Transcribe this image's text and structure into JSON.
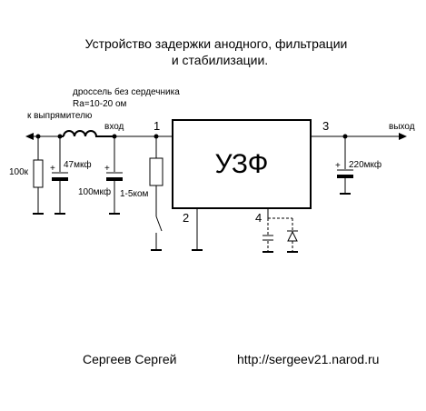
{
  "title_line1": "Устройство задержки анодного, фильтрации",
  "title_line2": "и стабилизации.",
  "labels": {
    "choke": "дроссель без сердечника",
    "ra": "Ra=10-20 ом",
    "rectifier": "к выпрямителю",
    "input": "вход",
    "output": "выход",
    "r_bleeder": "100к",
    "c1": "47мкф",
    "c2": "100мкф",
    "r_switch": "1-5ком",
    "c_out": "220мкф",
    "block": "УЗФ"
  },
  "pins": {
    "p1": "1",
    "p2": "2",
    "p3": "3",
    "p4": "4"
  },
  "footer": {
    "author": "Сергеев Сергей",
    "url": "http://sergeev21.narod.ru"
  }
}
